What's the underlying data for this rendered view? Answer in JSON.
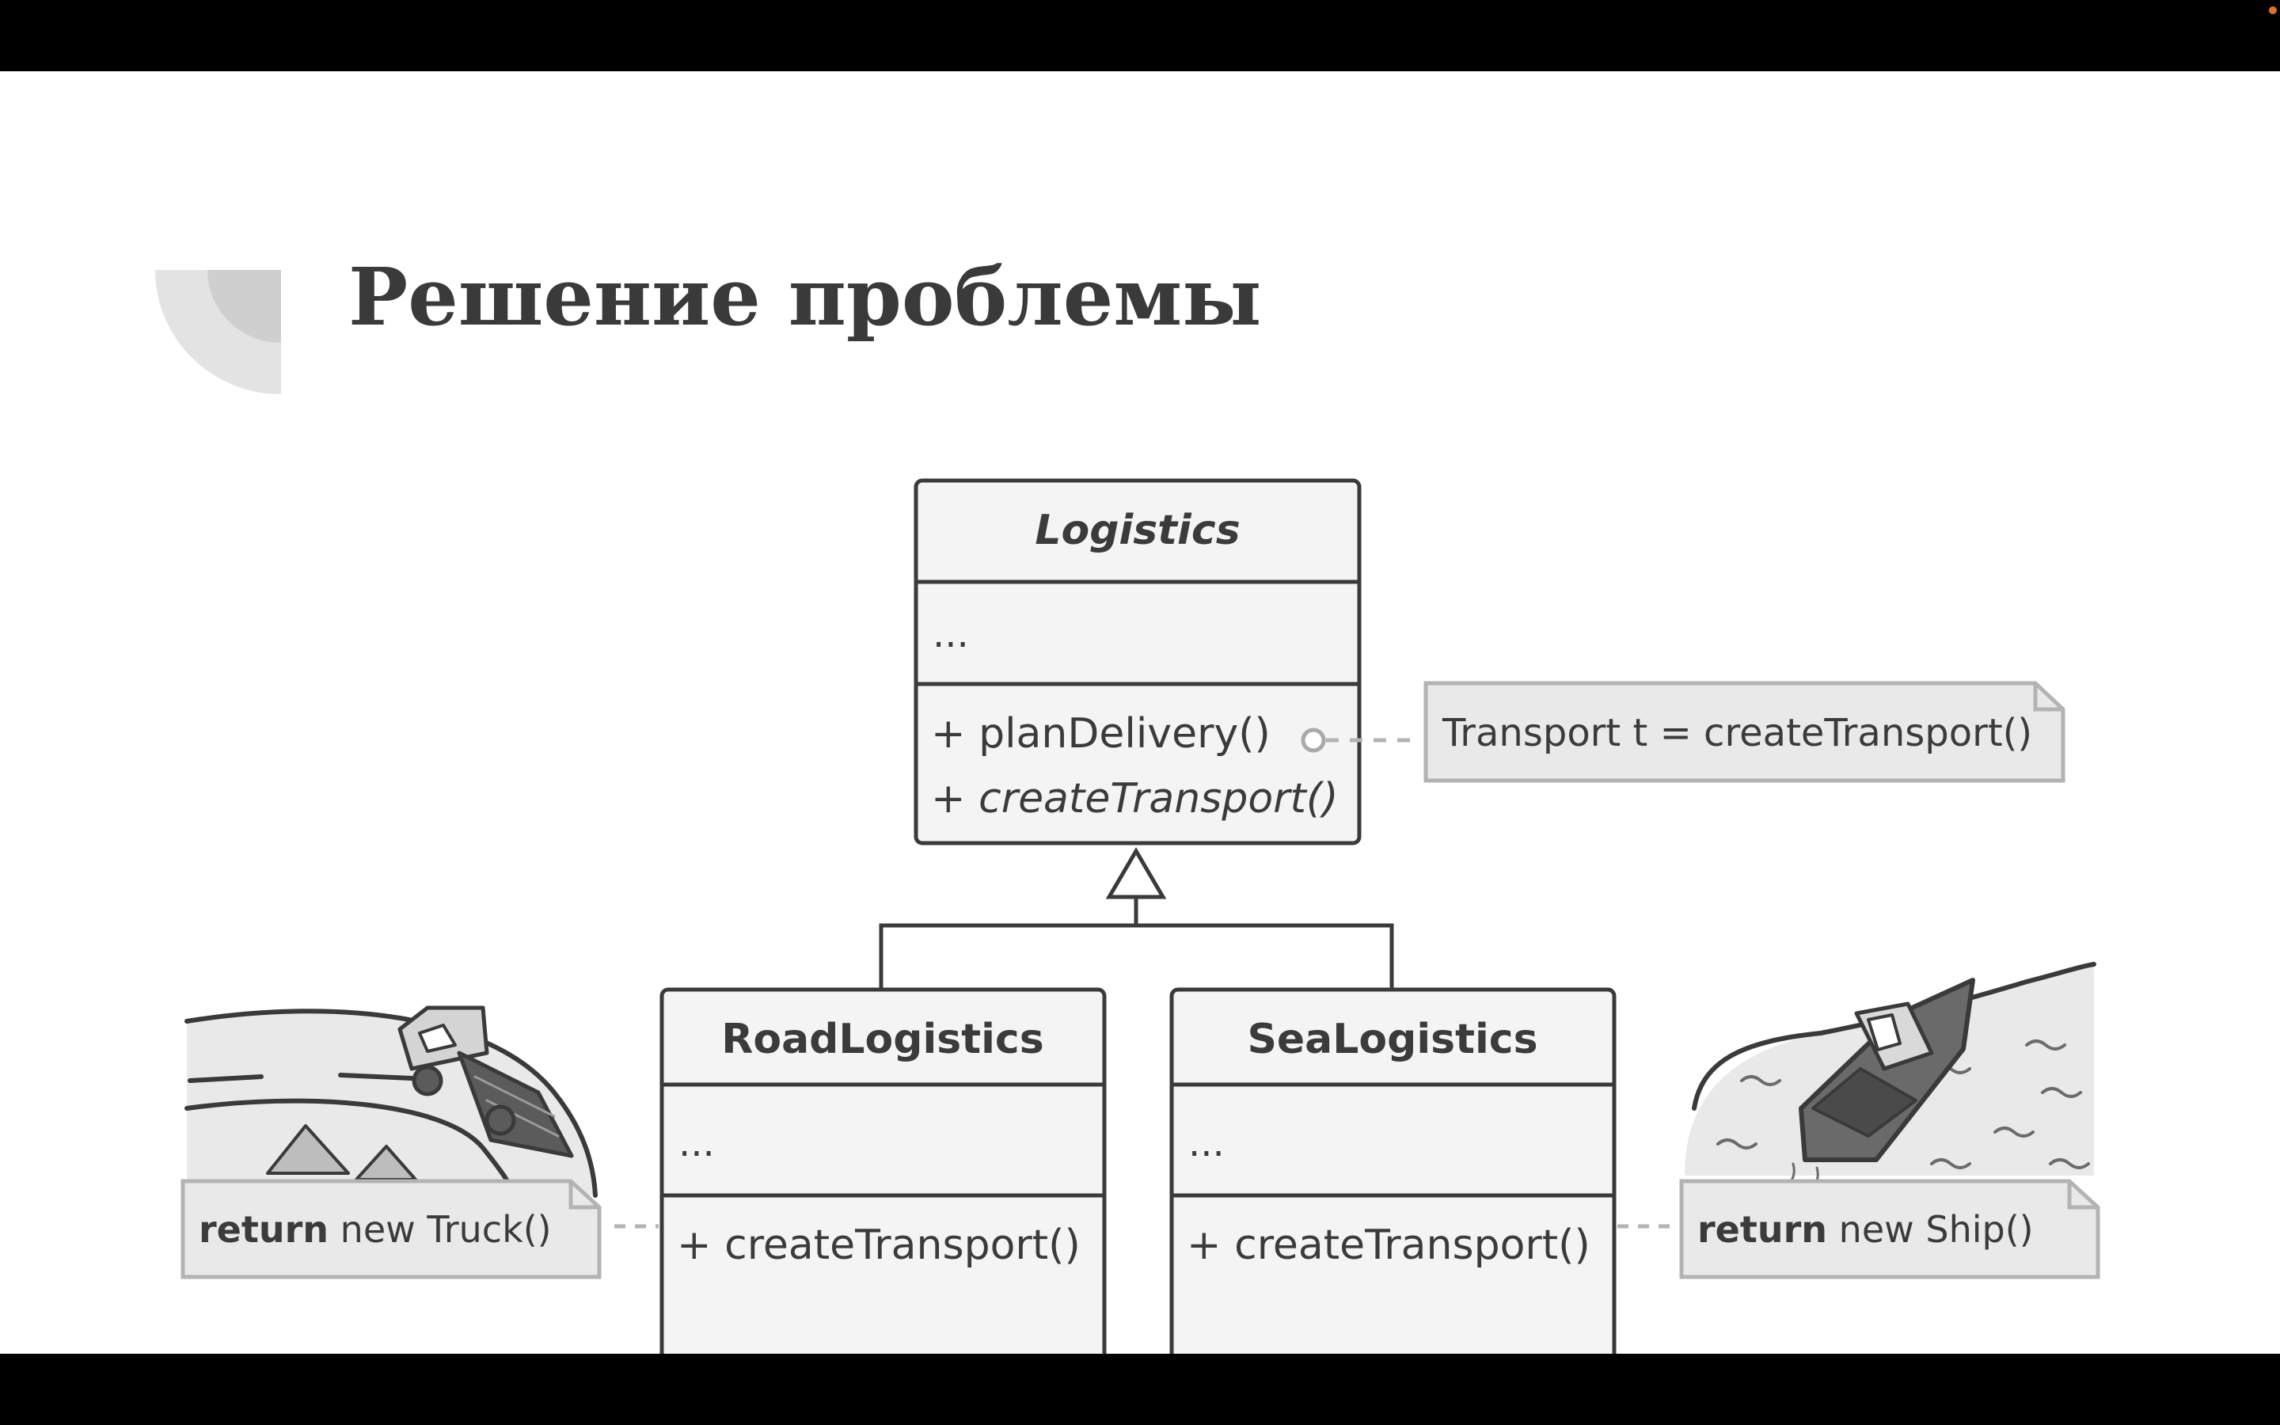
{
  "slide": {
    "title": "Решение проблемы"
  },
  "diagram": {
    "base_class": {
      "name": "Logistics",
      "fields": "...",
      "methods": [
        "+ planDelivery()",
        "+ createTransport()"
      ]
    },
    "subclasses": [
      {
        "name": "RoadLogistics",
        "fields": "...",
        "methods": [
          "+ createTransport()"
        ]
      },
      {
        "name": "SeaLogistics",
        "fields": "...",
        "methods": [
          "+ createTransport()"
        ]
      }
    ],
    "notes": {
      "plan_delivery": "Transport t = createTransport()",
      "road": {
        "keyword": "return",
        "rest": " new Truck()"
      },
      "sea": {
        "keyword": "return",
        "rest": " new Ship()"
      }
    },
    "illustrations": [
      "road-with-truck",
      "sea-with-ship"
    ]
  },
  "colors": {
    "frame": "#000000",
    "slide_bg": "#ffffff",
    "box_fill": "#f4f4f4",
    "box_stroke": "#3a3a3a",
    "note_fill": "#e9e9e9",
    "note_stroke": "#b3b3b3",
    "title_color": "#3a3a3a",
    "rec_indicator": "#e0702a"
  }
}
